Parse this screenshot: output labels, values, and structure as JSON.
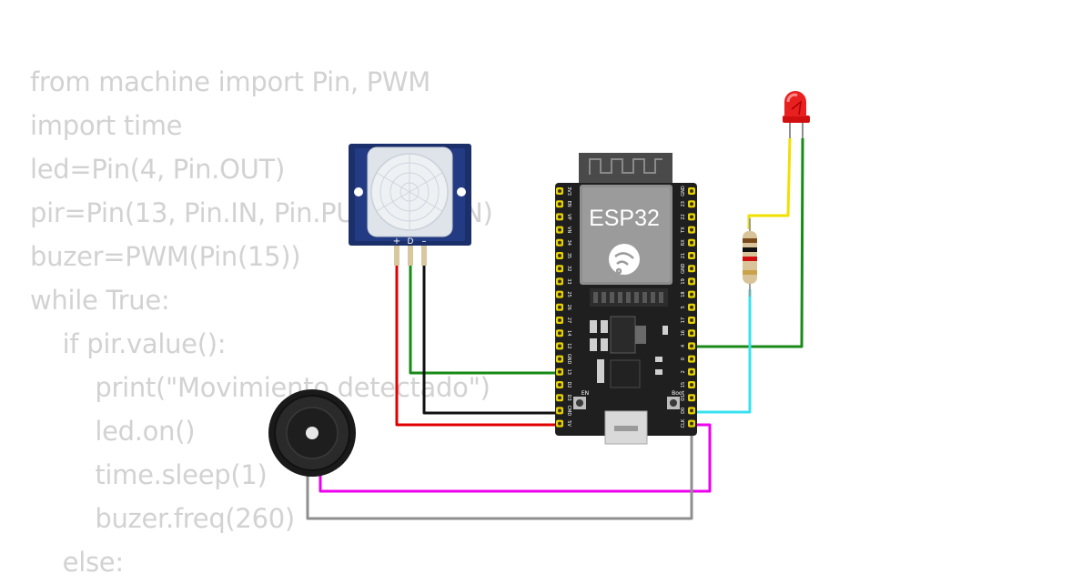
{
  "code_lines": [
    "from machine import Pin, PWM",
    "import time",
    "led=Pin(4, Pin.OUT)",
    "pir=Pin(13, Pin.IN, Pin.PULL_DOWN)",
    "buzer=PWM(Pin(15))",
    "while True:",
    "    if pir.value():",
    "        print(\"Movimiento detectado\")",
    "        led.on()",
    "        time.sleep(1)",
    "        buzer.freq(260)",
    "    else:"
  ],
  "board": {
    "label": "ESP32",
    "en_label": "EN",
    "boot_label": "Boot",
    "left_pins": [
      "3V3",
      "EN",
      "VP",
      "VN",
      "34",
      "35",
      "32",
      "33",
      "25",
      "26",
      "27",
      "14",
      "12",
      "GND",
      "13",
      "D2",
      "D3",
      "CMD",
      "5V"
    ],
    "right_pins": [
      "GND",
      "23",
      "22",
      "TX",
      "RX",
      "21",
      "GND",
      "19",
      "18",
      "5",
      "17",
      "16",
      "4",
      "0",
      "2",
      "15",
      "D1",
      "D0",
      "CLK"
    ]
  },
  "pir_sensor": {
    "pin_labels": [
      "+",
      "D",
      "–"
    ]
  },
  "wire_colors": {
    "power": "#e00000",
    "signal": "#178a17",
    "ground": "#111111",
    "led_anode": "#f0e000",
    "resistor": "#38e0f0",
    "buzzer_pos": "#ee00ee",
    "buzzer_neg": "#8f8f8f"
  },
  "icons": [
    "pir-sensor-icon",
    "esp32-board-icon",
    "led-icon",
    "resistor-icon",
    "buzzer-icon"
  ]
}
